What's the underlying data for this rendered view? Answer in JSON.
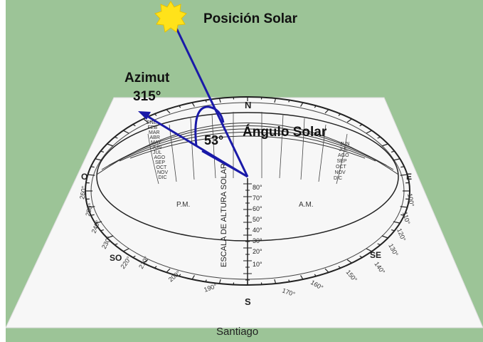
{
  "labels": {
    "sun_position": "Posición Solar",
    "azimuth_word": "Azimut",
    "azimuth_value": "315°",
    "solar_angle": "Ángulo Solar",
    "angle_value": "53°",
    "pm": "P.M.",
    "am": "A.M.",
    "scale_title": "ESCALA DE ALTURA SOLAR",
    "city": "Santiago"
  },
  "cardinal": {
    "north": "N",
    "south": "S",
    "east": "E",
    "west": "O",
    "southeast": "SE",
    "southwest": "SO"
  },
  "altitude_scale": [
    "80°",
    "70°",
    "60°",
    "50°",
    "40°",
    "30°",
    "20°",
    "10°"
  ],
  "bottom_degrees": [
    "210°",
    "200°",
    "190°",
    "170°",
    "160°",
    "150°"
  ],
  "right_degrees": [
    "100°",
    "110°",
    "120°",
    "130°",
    "140°"
  ],
  "left_degrees": [
    "260°",
    "250°",
    "240°",
    "230°",
    "220°"
  ],
  "months_left": [
    "ENE",
    "FEB",
    "MAR",
    "ABR",
    "MAY",
    "JUN",
    "JUL",
    "AGO",
    "SEP",
    "OCT",
    "NOV",
    "DIC"
  ],
  "months_right": [
    "JUN",
    "JUL",
    "AGO",
    "SEP",
    "OCT",
    "NOV",
    "DIC"
  ],
  "colors": {
    "background": "#9cc497",
    "arrow": "#1a1aa8",
    "sun": "#ffe21a",
    "plate": "#f7f7f7"
  },
  "icons": {
    "sun": "sun-icon"
  }
}
